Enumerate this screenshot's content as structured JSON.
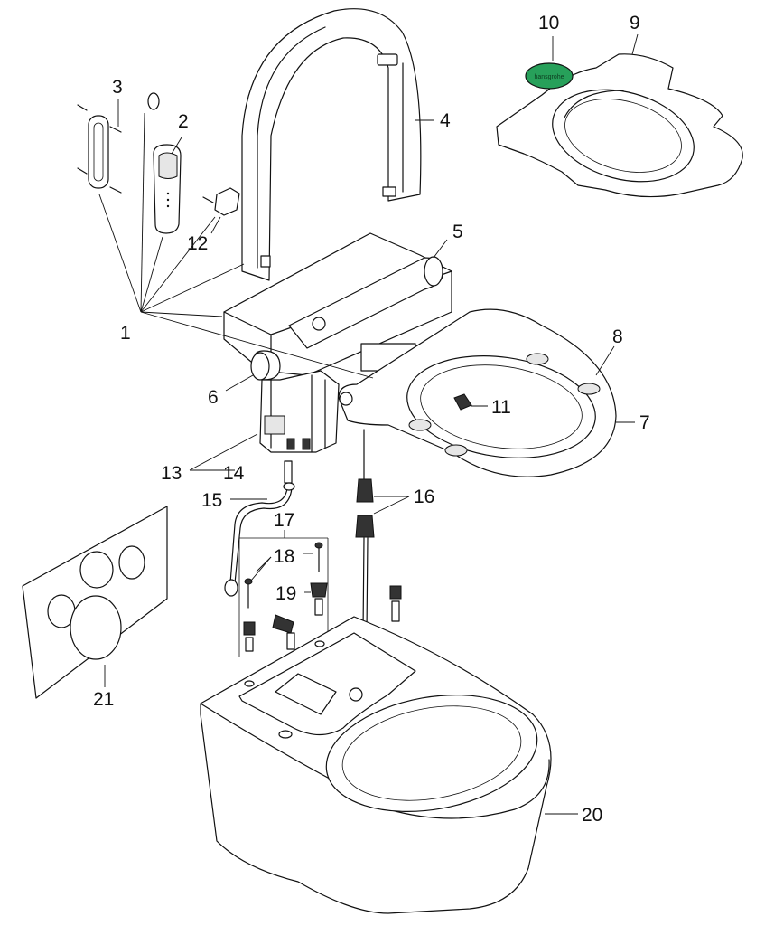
{
  "callouts": {
    "n1": "1",
    "n2": "2",
    "n3": "3",
    "n4": "4",
    "n5": "5",
    "n6": "6",
    "n7": "7",
    "n8": "8",
    "n9": "9",
    "n10": "10",
    "n11": "11",
    "n12": "12",
    "n13": "13",
    "n14": "14",
    "n15": "15",
    "n16": "16",
    "n17": "17",
    "n18": "18",
    "n19": "19",
    "n20": "20",
    "n21": "21"
  },
  "colors": {
    "accent_green": "#27a05a",
    "line": "#111111"
  },
  "part10_label": "hansgrohe"
}
